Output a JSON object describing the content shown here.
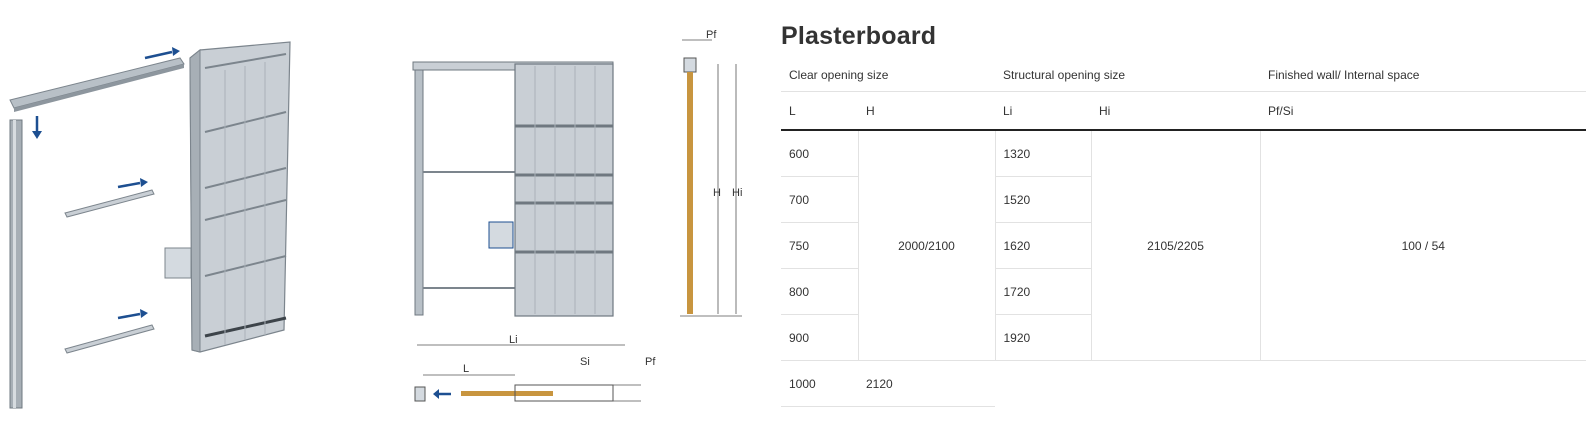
{
  "title": "Plasterboard",
  "diagram_labels": {
    "pf_top": "Pf",
    "h": "H",
    "hi": "Hi",
    "li": "Li",
    "l": "L",
    "si": "Si",
    "pf_bottom": "Pf"
  },
  "table": {
    "groups": [
      "Clear opening size",
      "Structural opening size",
      "Finished wall/ Internal space"
    ],
    "columns": [
      "L",
      "H",
      "Li",
      "Hi",
      "Pf/Si"
    ],
    "rows": [
      {
        "l": "600",
        "li": "1320"
      },
      {
        "l": "700",
        "li": "1520"
      },
      {
        "l": "750",
        "li": "1620"
      },
      {
        "l": "800",
        "li": "1720"
      },
      {
        "l": "900",
        "li": "1920"
      }
    ],
    "merged_h": "2000/2100",
    "merged_hi": "2105/2205",
    "merged_pfsi": "100 / 54",
    "last_row": {
      "l": "1000",
      "h": "2120"
    }
  },
  "colors": {
    "frame": "#9aa3ab",
    "panel": "#c9cfd5",
    "arrow": "#1d4f91",
    "door": "#c8953f"
  }
}
